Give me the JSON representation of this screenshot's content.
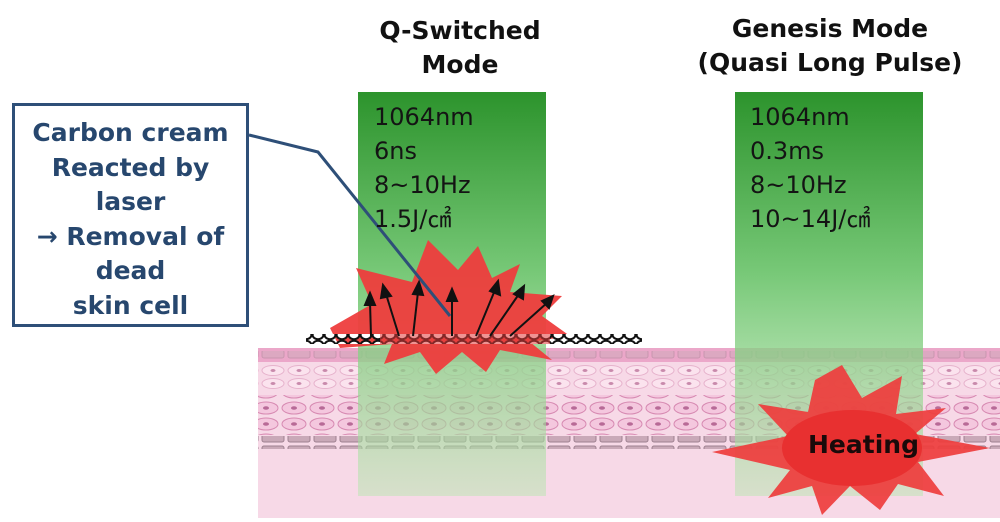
{
  "titles": {
    "qswitched": [
      "Q-Switched",
      "Mode"
    ],
    "genesis": [
      "Genesis Mode",
      "(Quasi Long Pulse)"
    ]
  },
  "callout": {
    "lines": [
      "Carbon cream",
      "Reacted by",
      "laser",
      "→ Removal of",
      "dead",
      "skin cell"
    ],
    "border_color": "#2e4f78",
    "text_color": "#27476e"
  },
  "qswitched_params": {
    "wavelength": "1064nm",
    "pulse_width": "6ns",
    "frequency": "8~10Hz",
    "fluence": "1.5J/㎠"
  },
  "genesis_params": {
    "wavelength": "1064nm",
    "pulse_width": "0.3ms",
    "frequency": "8~10Hz",
    "fluence": "10~14J/㎠"
  },
  "heating_label": "Heating",
  "colors": {
    "beam_green": "#1f8f1f",
    "burst_red": "#ee3d3d",
    "skin_pink": "#f6d7e6",
    "epidermis_pink": "#e9a6c8",
    "carbon_black": "#111111"
  }
}
